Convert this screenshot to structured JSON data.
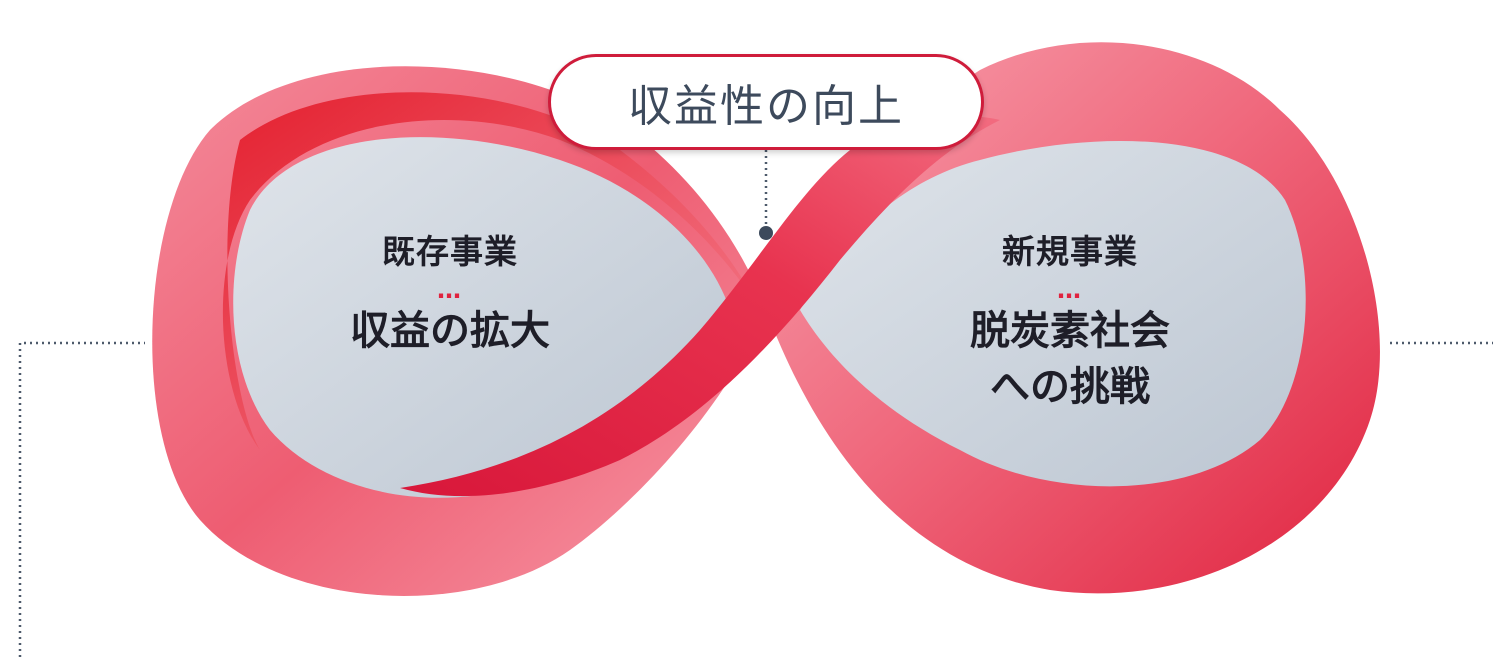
{
  "center": {
    "label": "収益性の向上"
  },
  "left": {
    "kind": "既存事業",
    "separator": "…",
    "goal": "収益の拡大"
  },
  "right": {
    "kind": "新規事業",
    "separator": "…",
    "goal_line1": "脱炭素社会",
    "goal_line2": "への挑戦"
  },
  "colors": {
    "ribbon_dark": "#e0233f",
    "ribbon_light": "#f27a8c",
    "disc": "#cfd7e0",
    "badge_border": "#cf1c3b",
    "badge_text": "#3d4a5c",
    "dotted": "#4d5a6b"
  }
}
